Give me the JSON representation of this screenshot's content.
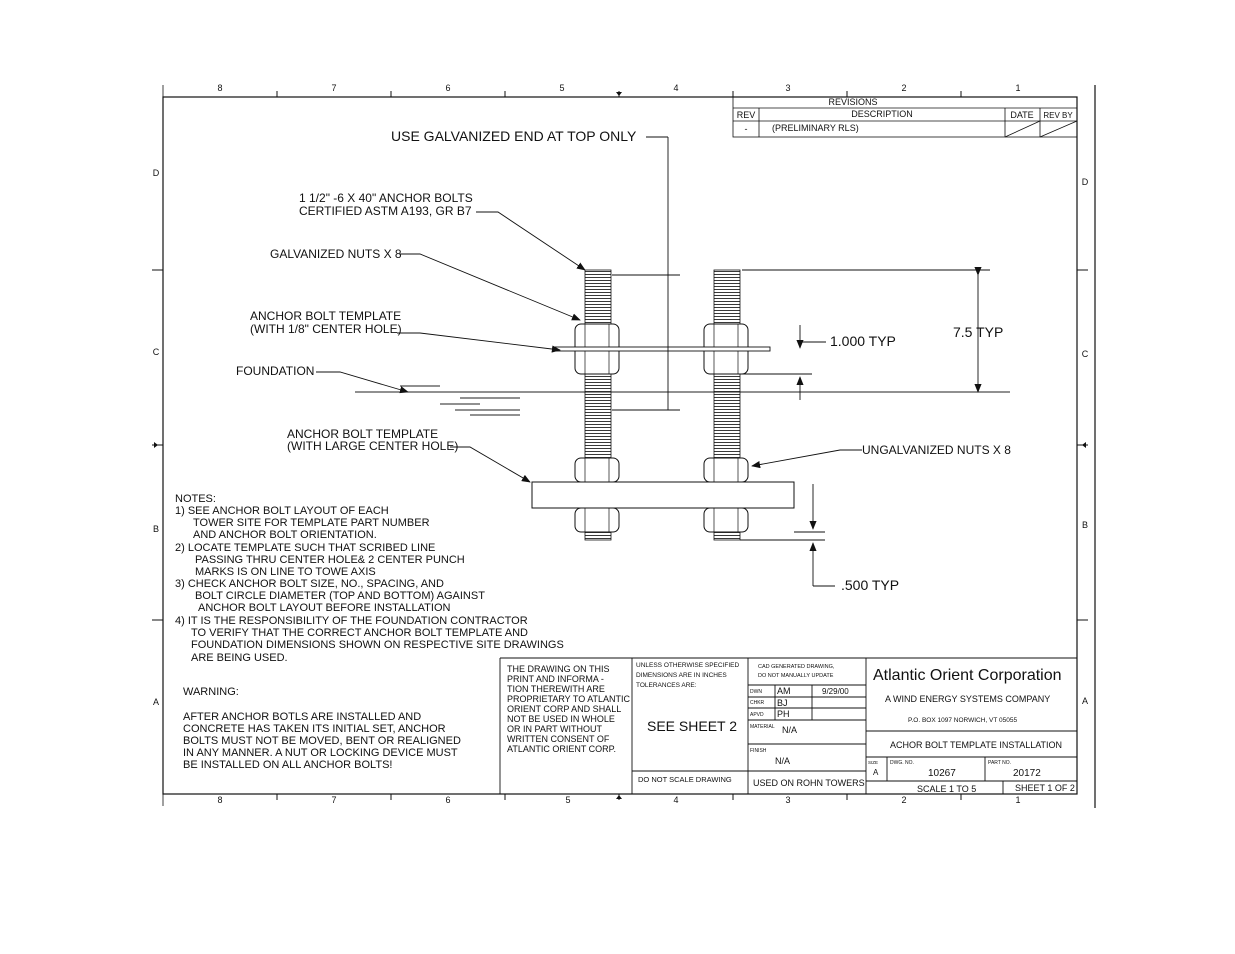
{
  "zones": {
    "top": [
      "8",
      "7",
      "6",
      "5",
      "4",
      "3",
      "2",
      "1"
    ],
    "bottom": [
      "8",
      "7",
      "6",
      "5",
      "4",
      "3",
      "2",
      "1"
    ],
    "left": [
      "D",
      "C",
      "B",
      "A"
    ],
    "right": [
      "D",
      "C",
      "B",
      "A"
    ]
  },
  "revisions": {
    "title": "REVISIONS",
    "col_rev": "REV",
    "col_desc": "DESCRIPTION",
    "col_date": "DATE",
    "col_revby": "REV BY",
    "row_rev": "-",
    "row_desc": "(PRELIMINARY RLS)"
  },
  "callouts": {
    "galvanized_end": "USE GALVANIZED END AT TOP ONLY",
    "anchor_bolts_1": "1 1/2\" -6 X 40\" ANCHOR BOLTS",
    "anchor_bolts_2": "CERTIFIED ASTM A193, GR B7",
    "galv_nuts": "GALVANIZED NUTS X 8",
    "template_small_1": "ANCHOR BOLT TEMPLATE",
    "template_small_2": "(WITH 1/8\" CENTER HOLE)",
    "foundation": "FOUNDATION",
    "template_large_1": "ANCHOR BOLT TEMPLATE",
    "template_large_2": "(WITH LARGE CENTER HOLE)",
    "ungalv_nuts": "UNGALVANIZED NUTS X 8"
  },
  "dimensions": {
    "d1": "1.000 TYP",
    "d2": "7.5 TYP",
    "d3": ".500 TYP"
  },
  "notes": {
    "heading": "NOTES:",
    "lines": [
      "1)  SEE ANCHOR BOLT LAYOUT OF EACH",
      "TOWER SITE FOR TEMPLATE PART NUMBER",
      "AND ANCHOR BOLT ORIENTATION.",
      "2)  LOCATE TEMPLATE SUCH THAT SCRIBED LINE",
      "PASSING THRU CENTER HOLE& 2 CENTER PUNCH",
      "MARKS IS ON LINE TO TOWE AXIS",
      "3)  CHECK ANCHOR BOLT SIZE, NO., SPACING, AND",
      "BOLT CIRCLE DIAMETER (TOP AND BOTTOM) AGAINST",
      "ANCHOR BOLT LAYOUT BEFORE INSTALLATION",
      "4)  IT IS THE RESPONSIBILITY OF THE FOUNDATION CONTRACTOR",
      "TO VERIFY THAT THE CORRECT ANCHOR BOLT TEMPLATE AND",
      "FOUNDATION DIMENSIONS SHOWN ON RESPECTIVE SITE DRAWINGS",
      "ARE BEING USED."
    ]
  },
  "warning": {
    "title": "WARNING:",
    "lines": [
      "AFTER ANCHOR BOTLS ARE INSTALLED AND",
      "CONCRETE HAS TAKEN ITS INITIAL SET, ANCHOR",
      "BOLTS MUST NOT BE MOVED, BENT OR REALIGNED",
      "IN ANY MANNER.  A NUT OR LOCKING DEVICE MUST",
      "BE INSTALLED ON ALL ANCHOR BOLTS!"
    ]
  },
  "proprietary": {
    "lines": [
      "THE DRAWING ON THIS",
      "PRINT AND INFORMA -",
      "TION THEREWITH ARE",
      "PROPRIETARY TO ATLANTIC",
      "ORIENT CORP AND SHALL",
      "NOT BE USED IN WHOLE",
      "OR IN PART WITHOUT",
      "WRITTEN CONSENT OF",
      "ATLANTIC ORIENT CORP."
    ]
  },
  "tolerance": {
    "lines": [
      "UNLESS OTHERWISE SPECIFIED",
      "DIMENSIONS ARE IN INCHES",
      "TOLERANCES ARE:"
    ],
    "see_sheet": "SEE SHEET 2",
    "no_scale": "DO NOT SCALE DRAWING"
  },
  "approvals": {
    "cad_1": "CAD GENERATED DRAWING,",
    "cad_2": "DO NOT MANUALLY UPDATE",
    "dwn_label": "DWN",
    "dwn_value": "AM",
    "dwn_date": "9/29/00",
    "chkr_label": "CHKR",
    "chkr_value": "BJ",
    "apvd_label": "APVD",
    "apvd_value": "PH",
    "material_label": "MATERIAL",
    "material_value": "N/A",
    "finish_label": "FINISH",
    "finish_value": "N/A",
    "used_on": "USED ON ROHN TOWERS"
  },
  "title_block": {
    "company": "Atlantic Orient Corporation",
    "subtitle": "A  WIND ENERGY SYSTEMS COMPANY",
    "address": "P.O. BOX 1097  NORWICH, VT  05055",
    "drawing_title": "ACHOR BOLT TEMPLATE INSTALLATION",
    "size_label": "SIZE",
    "size_value": "A",
    "dwg_label": "DWG. NO.",
    "dwg_value": "10267",
    "part_label": "PART NO.",
    "part_value": "20172",
    "scale": "SCALE 1 TO 5",
    "sheet": "SHEET 1 OF 2"
  }
}
